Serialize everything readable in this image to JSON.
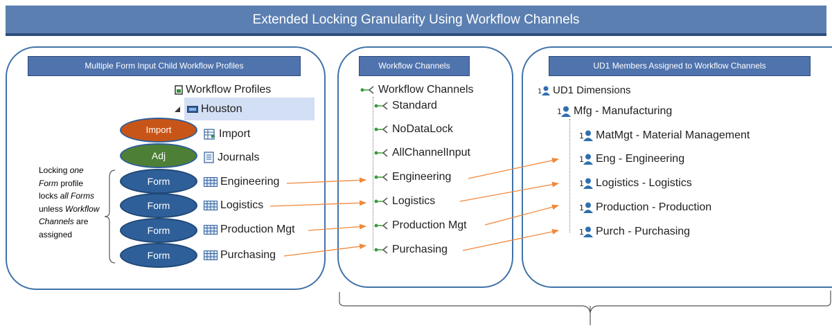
{
  "title": "Extended Locking Granularity Using Workflow Channels",
  "panels": {
    "profiles": {
      "header": "Multiple Form Input Child Workflow Profiles",
      "root": "Workflow Profiles",
      "parent": "Houston",
      "items": [
        "Import",
        "Journals",
        "Engineering",
        "Logistics",
        "Production Mgt",
        "Purchasing"
      ],
      "pills": [
        "Import",
        "Adj",
        "Form",
        "Form",
        "Form",
        "Form"
      ],
      "note": {
        "p1": "Locking ",
        "p2": "one",
        "p3": "Form",
        "p4": " profile locks ",
        "p5": "all",
        "p6": "Forms",
        "p7": " unless ",
        "p8": "Workflow Channels",
        "p9": " are assigned"
      }
    },
    "channels": {
      "header": "Workflow Channels",
      "root": "Workflow Channels",
      "items": [
        "Standard",
        "NoDataLock",
        "AllChannelInput",
        "Engineering",
        "Logistics",
        "Production Mgt",
        "Purchasing"
      ]
    },
    "ud1": {
      "header": "UD1 Members Assigned to Workflow Channels",
      "root": "UD1 Dimensions",
      "parent": "Mfg - Manufacturing",
      "items": [
        "MatMgt - Material Management",
        "Eng - Engineering",
        "Logistics - Logistics",
        "Production - Production",
        "Purch - Purchasing"
      ]
    }
  },
  "colors": {
    "banner": "#5b7fb1",
    "panel_border": "#3f72a8",
    "header_fill": "#4f73ad",
    "arrow": "#f0883a",
    "form_pill": "#2f5f99",
    "import_pill": "#c85518",
    "adj_pill": "#4d7f36",
    "selection": "#d3dff5"
  },
  "icons": {
    "workflow_root": "workflow-profiles-icon",
    "parent": "cube-icon",
    "import": "import-icon",
    "journal": "journal-icon",
    "form": "form-grid-icon",
    "channel": "channel-icon",
    "ud1": "member-icon"
  }
}
